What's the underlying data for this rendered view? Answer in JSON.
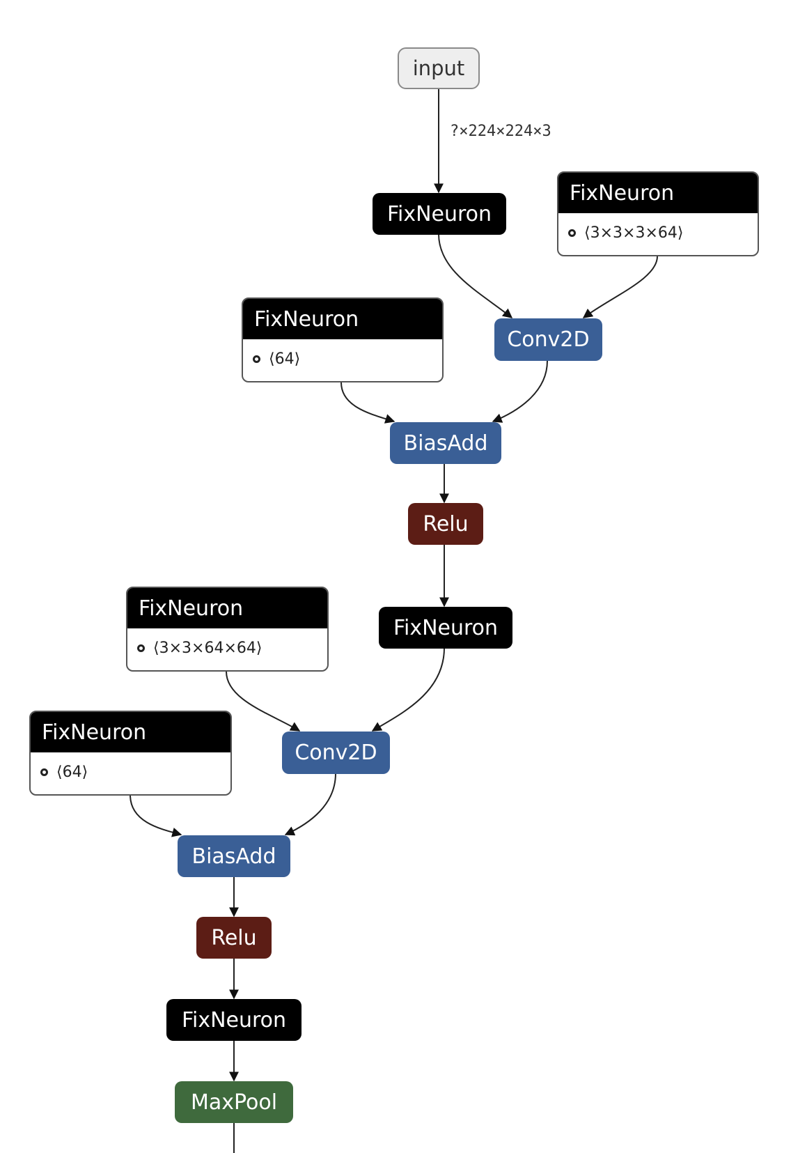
{
  "diagram": {
    "edge_label": "?×224×224×3",
    "nodes": {
      "input": "input",
      "fix1": "FixNeuron",
      "fix_w1": {
        "title": "FixNeuron",
        "shape": "⟨3×3×3×64⟩"
      },
      "fix_b1": {
        "title": "FixNeuron",
        "shape": "⟨64⟩"
      },
      "conv1": "Conv2D",
      "bias1": "BiasAdd",
      "relu1": "Relu",
      "fix2": "FixNeuron",
      "fix_w2": {
        "title": "FixNeuron",
        "shape": "⟨3×3×64×64⟩"
      },
      "fix_b2": {
        "title": "FixNeuron",
        "shape": "⟨64⟩"
      },
      "conv2": "Conv2D",
      "bias2": "BiasAdd",
      "relu2": "Relu",
      "fix3": "FixNeuron",
      "maxpool": "MaxPool"
    }
  }
}
